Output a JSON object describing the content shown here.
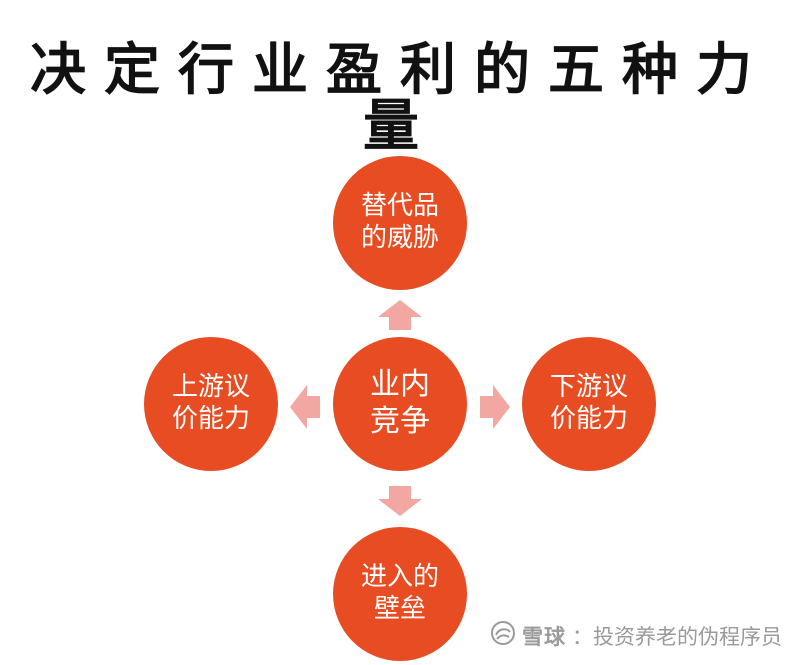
{
  "title": "决定行业盈利的五种力量",
  "colors": {
    "node": "#e84c22",
    "arrow": "#f2a7a3",
    "watermark": "#9a9a9a"
  },
  "nodes": {
    "top": {
      "line1": "替代品",
      "line2": "的威胁"
    },
    "left": {
      "line1": "上游议",
      "line2": "价能力"
    },
    "center": {
      "line1": "业内",
      "line2": "竞争"
    },
    "right": {
      "line1": "下游议",
      "line2": "价能力"
    },
    "bottom": {
      "line1": "进入的",
      "line2": "壁垒"
    }
  },
  "watermark": {
    "icon": "snowball-logo-icon",
    "brand": "雪球",
    "text": "：投资养老的伪程序员"
  }
}
